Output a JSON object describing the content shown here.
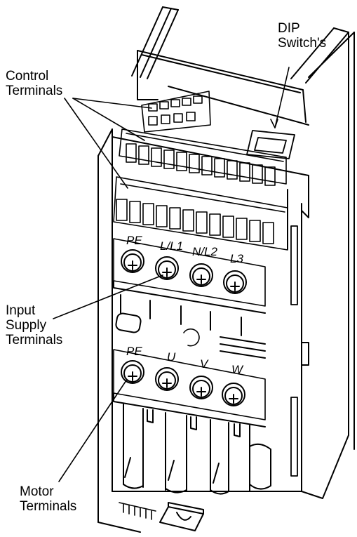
{
  "callouts": {
    "dip_switches": [
      "DIP",
      "Switch's"
    ],
    "control_terminals": [
      "Control",
      "Terminals"
    ],
    "input_supply_terminals": [
      "Input",
      "Supply",
      "Terminals"
    ],
    "motor_terminals": [
      "Motor",
      "Terminals"
    ]
  },
  "terminal_labels": {
    "input": [
      "PE",
      "L/L1",
      "N/L2",
      "L3"
    ],
    "motor": [
      "PE",
      "U",
      "V",
      "W"
    ]
  },
  "colors": {
    "line": "#000000",
    "background": "#ffffff"
  }
}
